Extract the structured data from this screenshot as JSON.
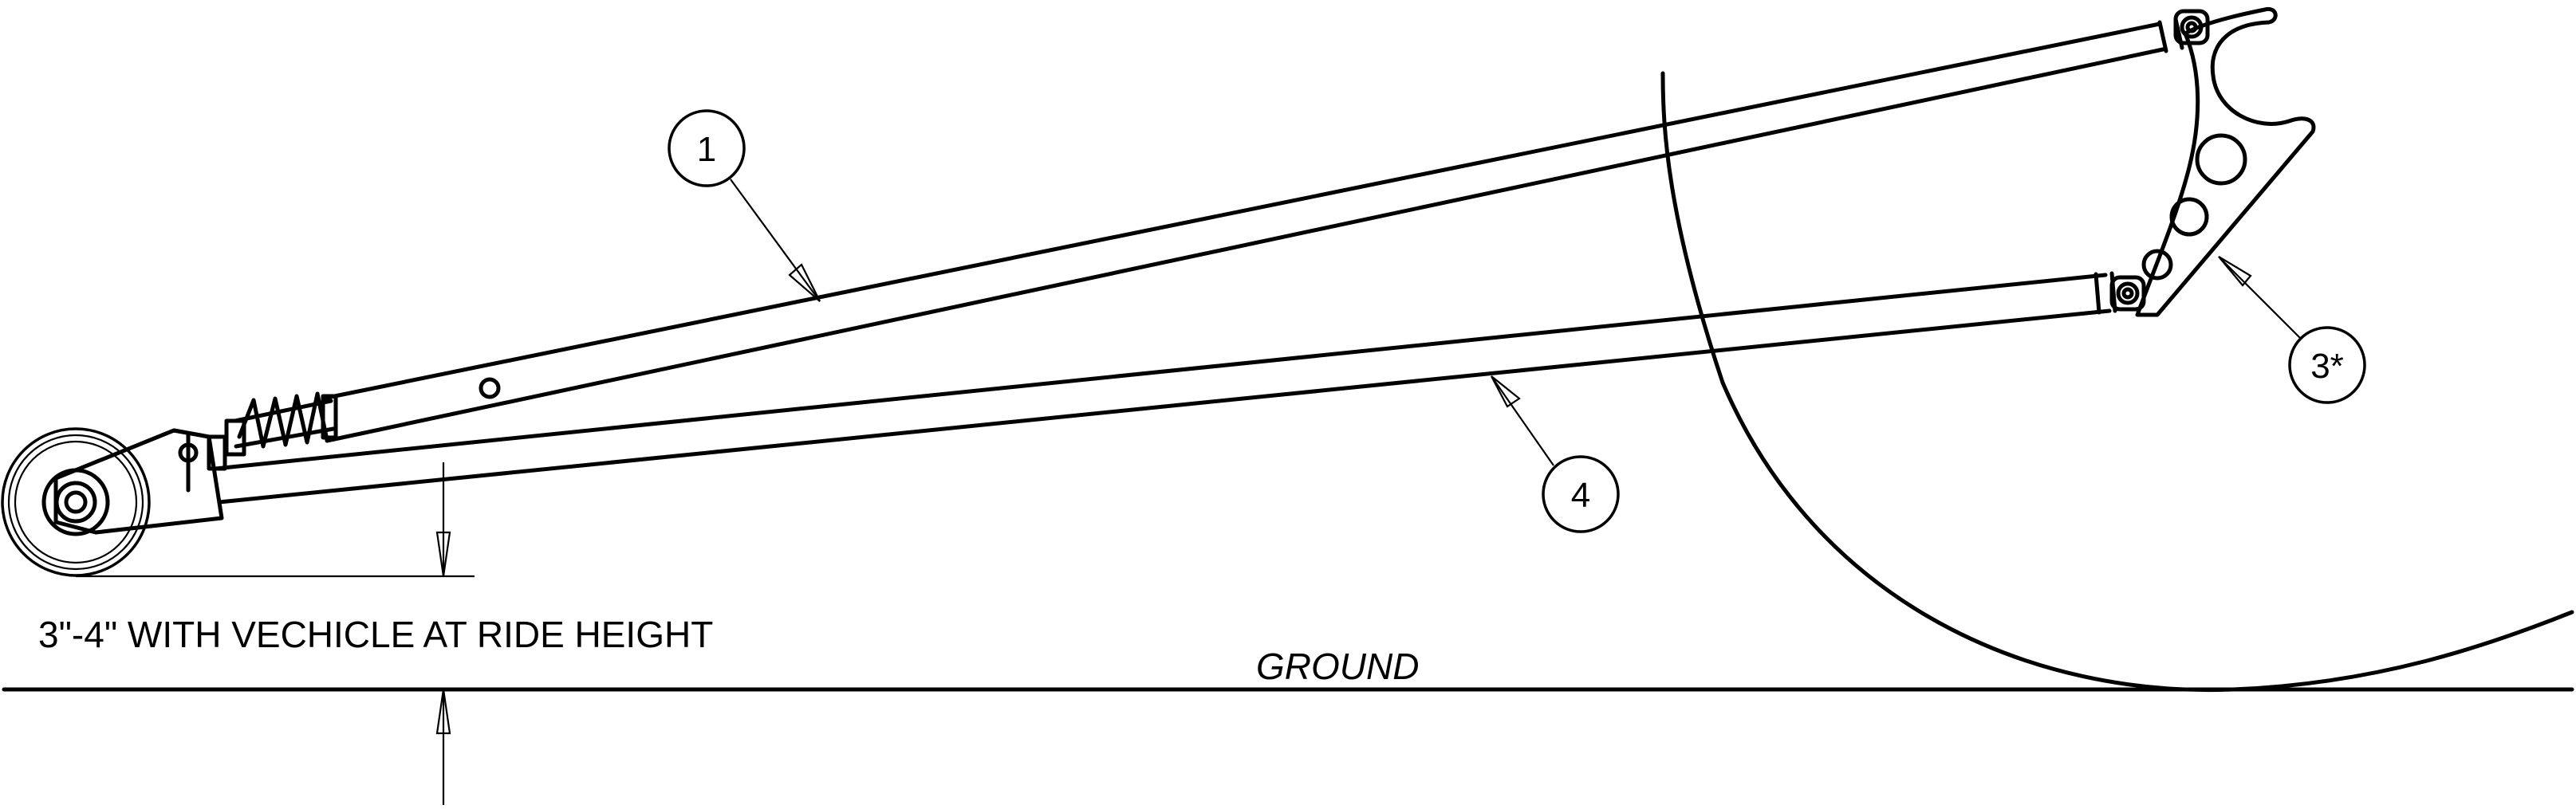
{
  "callouts": [
    {
      "id": "1",
      "label": "1"
    },
    {
      "id": "3",
      "label": "3*"
    },
    {
      "id": "4",
      "label": "4"
    }
  ],
  "annotations": {
    "ride_height_note": "3\"-4\" WITH VECHICLE AT RIDE HEIGHT",
    "ground_label": "GROUND"
  }
}
